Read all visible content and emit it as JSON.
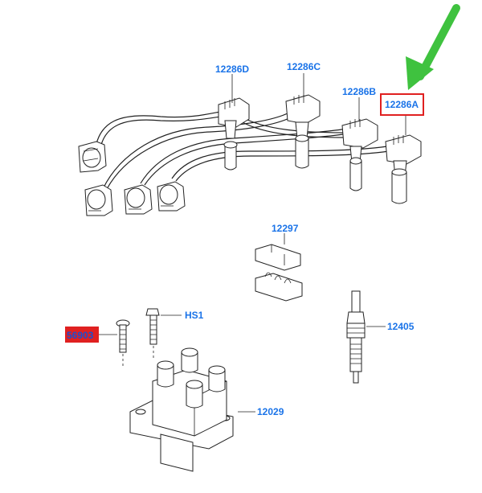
{
  "colors": {
    "label": "#1a73e8",
    "highlight_box": "#e02020",
    "highlight_fill": "#e02020",
    "arrow": "#3fc23f",
    "line": "#222222"
  },
  "parts": {
    "lead_d": "12286D",
    "lead_c": "12286C",
    "lead_b": "12286B",
    "lead_a": "12286A",
    "clip": "12297",
    "bolt": "HS1",
    "screw": "56903",
    "spark_plug": "12405",
    "coil": "12029"
  },
  "highlighted_parts": [
    "12286A",
    "56903"
  ],
  "pointer": {
    "icon": "arrow-icon",
    "target": "12286A"
  }
}
